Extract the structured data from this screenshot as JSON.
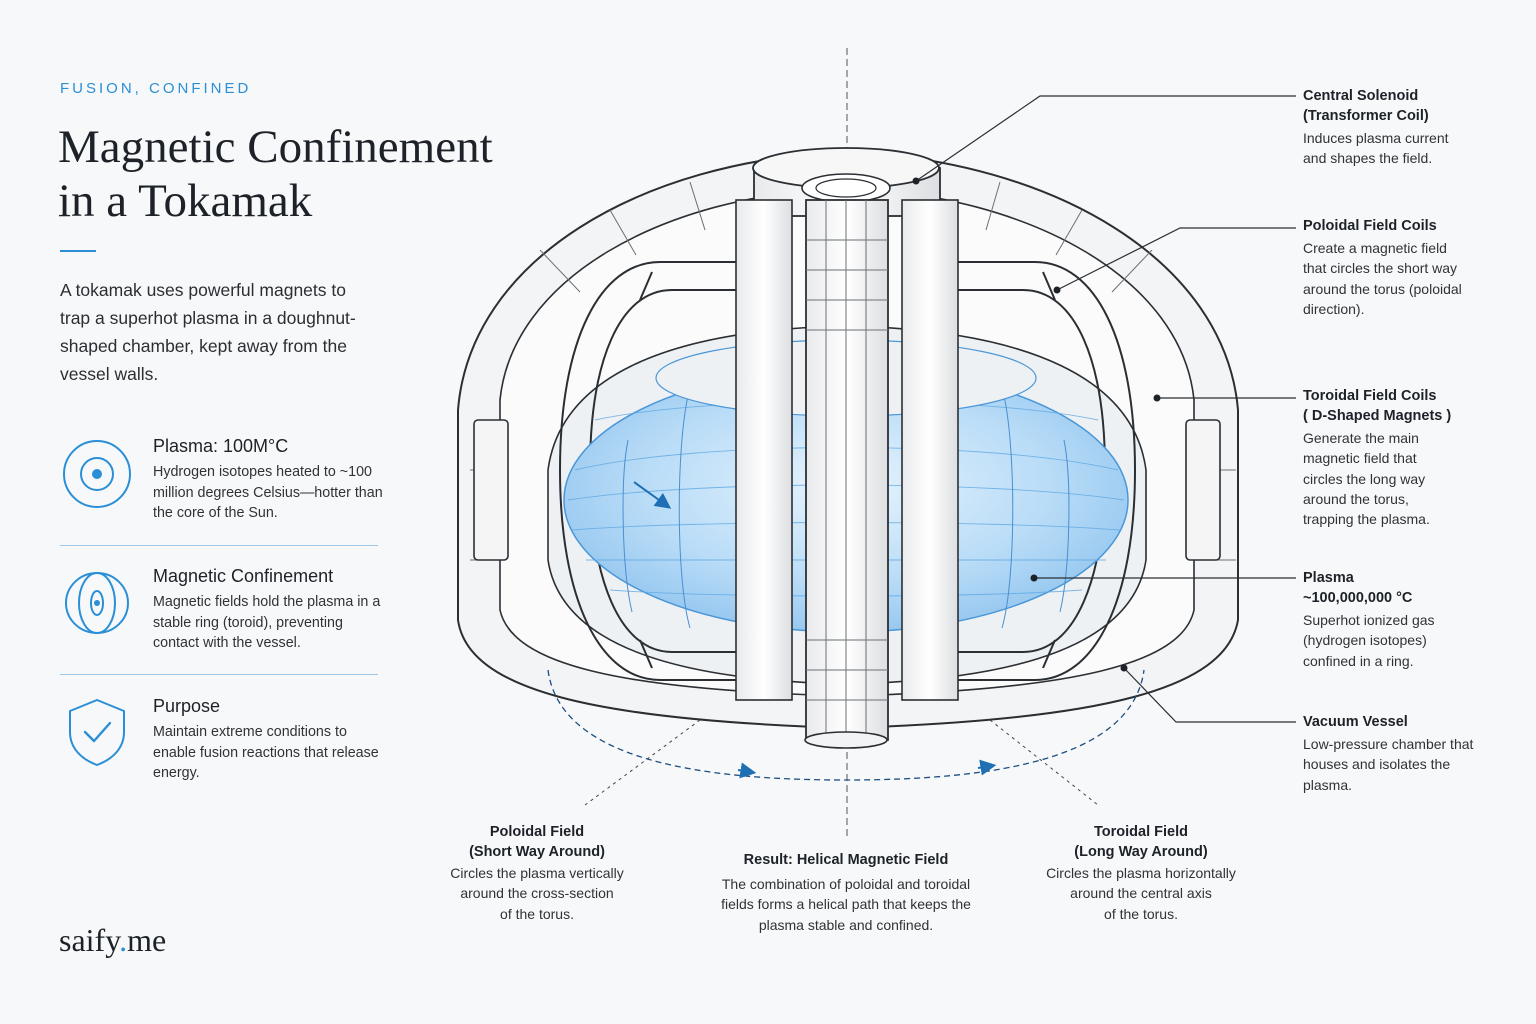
{
  "header": {
    "eyebrow": "FUSION, CONFINED",
    "title_line1": "Magnetic Confinement",
    "title_line2": "in a Tokamak",
    "intro": "A tokamak uses powerful magnets to trap a superhot plasma in a doughnut-shaped chamber, kept away from the vessel walls."
  },
  "features": [
    {
      "icon": "plasma-target-icon",
      "title": "Plasma: 100M°C",
      "text": "Hydrogen isotopes heated to ~100 million degrees Celsius—hotter than the core of the Sun."
    },
    {
      "icon": "magnetic-field-icon",
      "title": "Magnetic Confinement",
      "text": "Magnetic fields hold the plasma in a stable ring (toroid), preventing contact with the vessel."
    },
    {
      "icon": "shield-check-icon",
      "title": "Purpose",
      "text": "Maintain extreme conditions to enable fusion reactions that release energy."
    }
  ],
  "brand": {
    "name": "saify",
    "dot": ".",
    "tld": "me"
  },
  "callouts": [
    {
      "title": "Central Solenoid\n(Transformer Coil)",
      "text": "Induces plasma current and shapes the field."
    },
    {
      "title": "Poloidal Field Coils",
      "text": "Create a magnetic field that circles the short way around the torus (poloidal direction)."
    },
    {
      "title": "Toroidal Field Coils\n( D-Shaped Magnets )",
      "text": "Generate the main magnetic field that circles the long way around the torus, trapping the plasma."
    },
    {
      "title": "Plasma\n~100,000,000 °C",
      "text": "Superhot ionized gas (hydrogen isotopes) confined in a ring."
    },
    {
      "title": "Vacuum Vessel",
      "text": "Low-pressure chamber that houses and isolates the plasma."
    }
  ],
  "bottom_notes": [
    {
      "title": "Poloidal Field\n(Short Way Around)",
      "text": "Circles the plasma vertically\naround the cross-section\nof the torus."
    },
    {
      "title": "Result: Helical Magnetic Field",
      "text": "The combination of poloidal and toroidal\nfields forms a helical path that keeps the\nplasma stable and confined."
    },
    {
      "title": "Toroidal Field\n(Long Way Around)",
      "text": "Circles the plasma horizontally\naround the central axis\nof the torus."
    }
  ],
  "colors": {
    "accent": "#2a8fd6",
    "plasma": "#a9d3f5",
    "ink": "#1d2228",
    "line": "#2b2f33"
  }
}
